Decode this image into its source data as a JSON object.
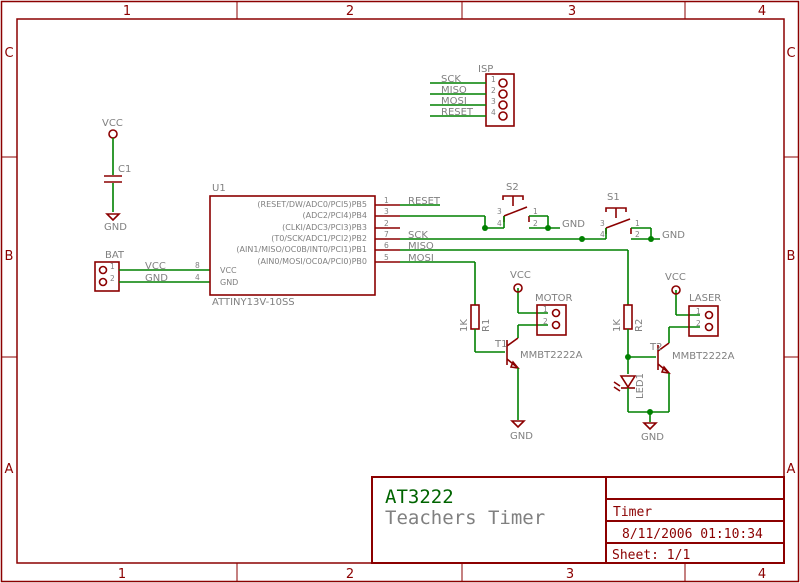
{
  "frame": {
    "columns": [
      "1",
      "2",
      "3",
      "4"
    ],
    "rows": [
      "C",
      "B",
      "A"
    ]
  },
  "titleblock": {
    "project": "AT3222",
    "subtitle": "Teachers Timer",
    "name": "Timer",
    "date": "8/11/2006 01:10:34",
    "sheet": "Sheet: 1/1"
  },
  "isp": {
    "ref": "ISP",
    "nets": [
      "SCK",
      "MISO",
      "MOSI",
      "RESET"
    ],
    "pins": [
      "1",
      "2",
      "3",
      "4"
    ]
  },
  "c1": {
    "ref": "C1",
    "vcc": "VCC",
    "gnd": "GND"
  },
  "bat": {
    "ref": "BAT",
    "pins": [
      "1",
      "2"
    ],
    "nets": [
      "VCC",
      "GND"
    ],
    "mcu_pins": [
      "8",
      "4"
    ]
  },
  "u1": {
    "ref": "U1",
    "part": "ATTINY13V-10SS",
    "pin_functions": [
      "(RESET/DW/ADC0/PCI5)PB5",
      "(ADC2/PCI4)PB4",
      "(CLKI/ADC3/PCI3)PB3",
      "(T0/SCK/ADC1/PCI2)PB2",
      "(AIN1/MISO/OC0B/INT0/PCI1)PB1",
      "(AIN0/MOSI/OC0A/PCI0)PB0"
    ],
    "pin_numbers": [
      "1",
      "3",
      "2",
      "7",
      "6",
      "5"
    ],
    "power_labels": [
      "VCC",
      "GND"
    ],
    "nets": [
      "RESET",
      "SCK",
      "MISO",
      "MOSI"
    ]
  },
  "s2": {
    "ref": "S2",
    "pins": [
      "3",
      "1",
      "4",
      "2"
    ],
    "gnd": "GND"
  },
  "s1": {
    "ref": "S1",
    "pins": [
      "3",
      "1",
      "4",
      "2"
    ],
    "gnd": "GND"
  },
  "motor": {
    "vcc": "VCC",
    "ref": "MOTOR",
    "pins": [
      "1",
      "2"
    ],
    "r_value": "1K",
    "r_ref": "R1",
    "t_ref": "T1",
    "t_part": "MMBT2222A",
    "gnd": "GND"
  },
  "laser": {
    "vcc": "VCC",
    "ref": "LASER",
    "pins": [
      "1",
      "2"
    ],
    "r_value": "1K",
    "r_ref": "R2",
    "t_ref": "T2",
    "t_part": "MMBT2222A",
    "led_ref": "LED1",
    "gnd": "GND"
  }
}
